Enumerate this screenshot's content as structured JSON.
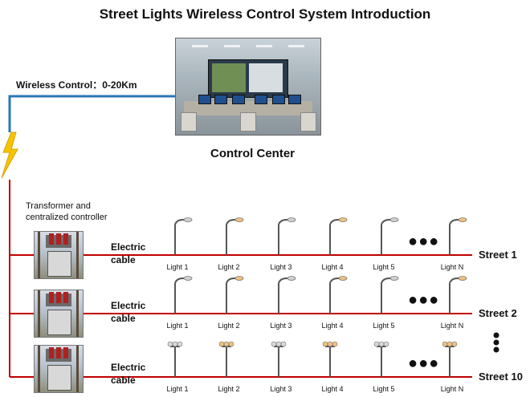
{
  "title": "Street Lights Wireless Control System Introduction",
  "wireless_label": "Wireless Control：0-20Km",
  "control_center_label": "Control Center",
  "transformer_label": "Transformer and centralized controller",
  "streets": [
    {
      "name": "Street 1",
      "cable_label": "Electric cable",
      "lights": [
        "Light 1",
        "Light 2",
        "Light 3",
        "Light 4",
        "Light 5",
        "Light N"
      ]
    },
    {
      "name": "Street 2",
      "cable_label": "Electric cable",
      "lights": [
        "Light 1",
        "Light 2",
        "Light 3",
        "Light 4",
        "Light 5",
        "Light N"
      ]
    },
    {
      "name": "Street 10",
      "cable_label": "Electric cable",
      "lights": [
        "Light 1",
        "Light 2",
        "Light 3",
        "Light 4",
        "Light 5",
        "Light N"
      ]
    }
  ],
  "ellipsis": "●●●",
  "colors": {
    "cable": "#c00000",
    "wireless_line": "#2e75b6",
    "bolt": "#f5c400",
    "lamp_glow": "#f0c080"
  }
}
